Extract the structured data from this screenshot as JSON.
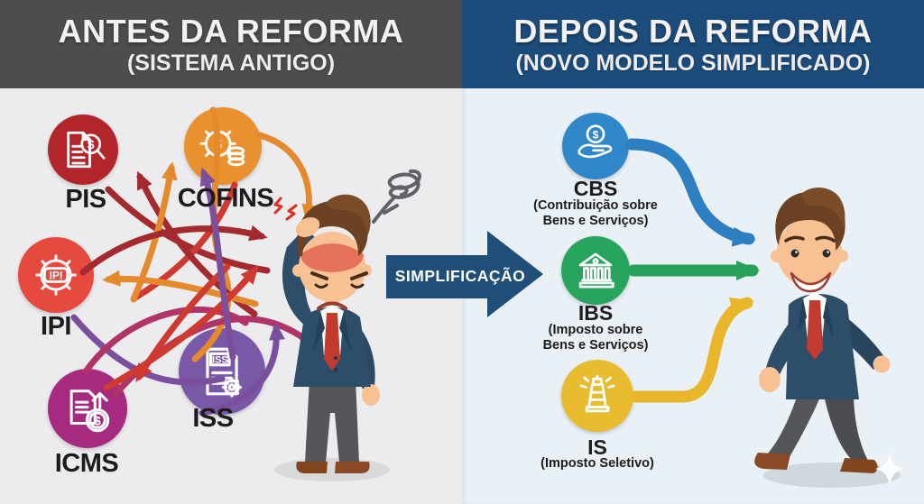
{
  "left_panel": {
    "header": {
      "title": "ANTES DA REFORMA",
      "subtitle": "(SISTEMA ANTIGO)",
      "bg_color": "#4e4d4d"
    },
    "taxes": [
      {
        "label": "PIS",
        "circle_color": "#b2262b",
        "icon": "document-magnifier-dollar-icon",
        "icon_text": "$"
      },
      {
        "label": "COFINS",
        "circle_color": "#e8912e",
        "icon": "gear-dollar-coins-icon",
        "icon_text": "$"
      },
      {
        "label": "IPI",
        "circle_color": "#e6493d",
        "icon": "ipi-gear-badge-icon",
        "icon_text": "IPI"
      },
      {
        "label": "ISS",
        "circle_color": "#7a58a8",
        "icon": "iss-document-gear-icon",
        "icon_text": "ISS"
      },
      {
        "label": "ICMS",
        "circle_color": "#a62a80",
        "icon": "icms-document-arrow-coin-icon",
        "icon_text": "$"
      }
    ],
    "figure": "confused-businessman-with-headache"
  },
  "center": {
    "arrow_label": "SIMPLIFICAÇÃO",
    "arrow_color": "#1f4e79"
  },
  "right_panel": {
    "header": {
      "title": "DEPOIS DA REFORMA",
      "subtitle": "(NOVO MODELO SIMPLIFICADO)",
      "bg_color": "#1c4c7b"
    },
    "taxes": [
      {
        "label": "CBS",
        "sublabel": "(Contribuição sobre Bens e Serviços)",
        "circle_color": "#2f86c9",
        "arrow_color": "#2e7fc2",
        "icon": "hand-coin-icon",
        "icon_text": "$"
      },
      {
        "label": "IBS",
        "sublabel": "(Imposto sobre Bens e Serviços)",
        "circle_color": "#27a55e",
        "arrow_color": "#27a05a",
        "icon": "bank-building-icon",
        "icon_text": ""
      },
      {
        "label": "IS",
        "sublabel": "(Imposto Seletivo)",
        "circle_color": "#e9bc2f",
        "arrow_color": "#e9b52a",
        "icon": "lighthouse-icon",
        "icon_text": ""
      }
    ],
    "figure": "happy-walking-businessman"
  },
  "palette": {
    "left_bg": "#ecebed",
    "right_bg": "#e9f0f6",
    "label_text": "#1c1c1e",
    "tangle_dark_red": "#a32a2e",
    "tangle_red": "#ce3a30",
    "tangle_orange": "#e5892d",
    "tangle_purple": "#7a4f9e",
    "tangle_magenta": "#b13468",
    "suit": "#2e4d68",
    "skin": "#f8c193",
    "hair": "#6b4223",
    "tie": "#c23b2e",
    "scribble": "#5f6368"
  }
}
